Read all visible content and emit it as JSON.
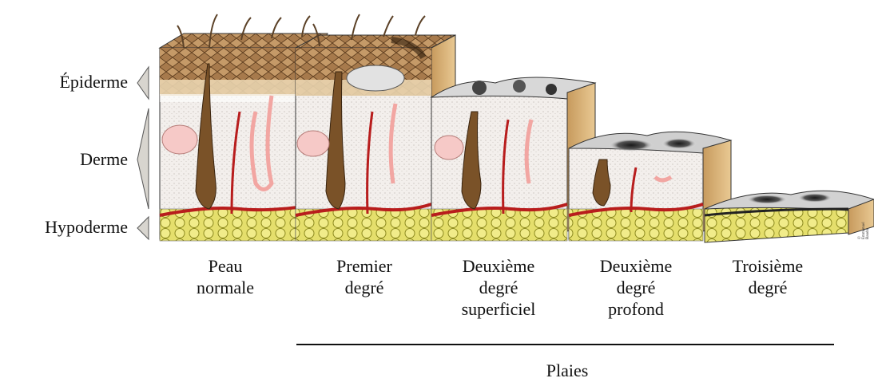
{
  "layers": {
    "epiderme": "Épiderme",
    "derme": "Derme",
    "hypoderme": "Hypoderme"
  },
  "stages": [
    {
      "id": "peau-normale",
      "lines": [
        "Peau",
        "normale"
      ]
    },
    {
      "id": "premier-degre",
      "lines": [
        "Premier",
        "degré"
      ]
    },
    {
      "id": "deuxieme-degre-superficiel",
      "lines": [
        "Deuxième",
        "degré",
        "superficiel"
      ]
    },
    {
      "id": "deuxieme-degre-profond",
      "lines": [
        "Deuxième",
        "degré",
        "profond"
      ]
    },
    {
      "id": "troisieme-degre",
      "lines": [
        "Troisième",
        "degré"
      ]
    }
  ],
  "plaies_label": "Plaies",
  "credit": "© Emmanuel Baudu",
  "colors": {
    "epidermis": "#9c6b3e",
    "epidermis_light": "#e8d3ae",
    "dermis": "#f1ece8",
    "vessel": "#b81d1d",
    "fat": "#e9e46a",
    "fat_outline": "#8d8a1f",
    "side_face": "#d9b27a",
    "burn": "#2b2b2b"
  }
}
